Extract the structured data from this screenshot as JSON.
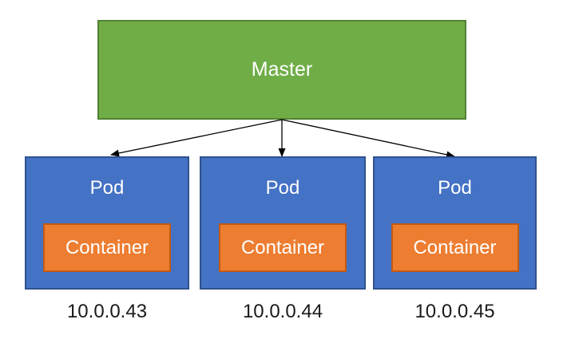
{
  "diagram": {
    "master": {
      "label": "Master"
    },
    "pods": [
      {
        "label": "Pod",
        "container_label": "Container",
        "ip": "10.0.0.43"
      },
      {
        "label": "Pod",
        "container_label": "Container",
        "ip": "10.0.0.44"
      },
      {
        "label": "Pod",
        "container_label": "Container",
        "ip": "10.0.0.45"
      }
    ]
  },
  "colors": {
    "master_fill": "#70AD47",
    "master_border": "#538135",
    "pod_fill": "#4472C4",
    "pod_border": "#2F528F",
    "container_fill": "#ED7D31",
    "container_border": "#C55A11",
    "arrow": "#000000",
    "ip_text": "#1A1A1A",
    "node_text": "#FFFFFF",
    "background": "#FFFFFF"
  }
}
